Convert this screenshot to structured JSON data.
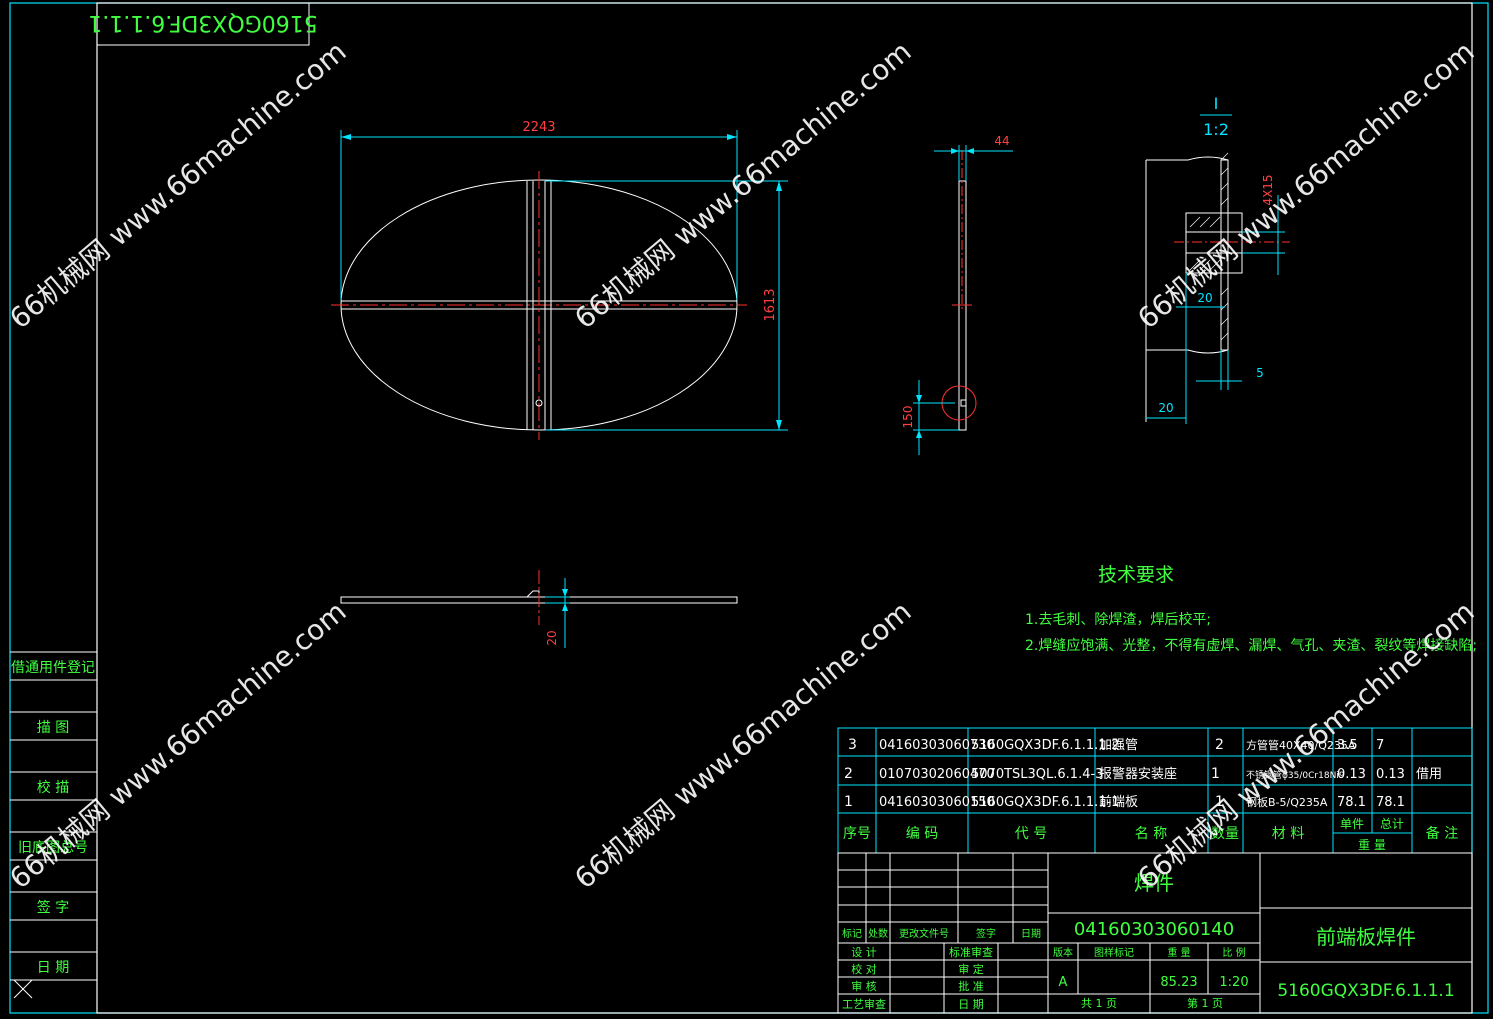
{
  "title_block_code_rotated": "5160GQX3DF.6.1.1.1",
  "dimensions": {
    "front_width": "2243",
    "front_height": "1613",
    "side_thickness": "44",
    "side_bottom": "150",
    "bottom_view_height": "20",
    "detail_a": "4X15",
    "detail_b": "20",
    "detail_c": "5",
    "detail_d": "20"
  },
  "detail_label": {
    "name": "I",
    "scale": "1:2"
  },
  "tech_requirements": {
    "title": "技术要求",
    "items": [
      "1.去毛刺、除焊渣，焊后校平;",
      "2.焊缝应饱满、光整，不得有虚焊、漏焊、气孔、夹渣、裂纹等焊接缺陷;"
    ]
  },
  "left_strip": [
    "借通用件登记",
    "描 图",
    "校 描",
    "旧底图总号",
    "签 字",
    "日 期"
  ],
  "bom": {
    "rows": [
      {
        "no": "3",
        "code": "04160303060730",
        "drawing": "5160GQX3DF.6.1.1.1-2",
        "name": "加强管",
        "qty": "2",
        "material": "方管管40X40/Q235A",
        "unit": "3.5",
        "total": "7",
        "note": ""
      },
      {
        "no": "2",
        "code": "01070302060470",
        "drawing": "5070TSL3QL.6.1.4-3",
        "name": "报警器安装座",
        "qty": "1",
        "material": "不锈钢管φ35/0Cr18Ni9",
        "unit": "0.13",
        "total": "0.13",
        "note": "借用"
      },
      {
        "no": "1",
        "code": "04160303060150",
        "drawing": "5160GQX3DF.6.1.1.1-1",
        "name": "前端板",
        "qty": "1",
        "material": "钢板B-5/Q235A",
        "unit": "78.1",
        "total": "78.1",
        "note": ""
      }
    ],
    "headers": {
      "no": "序号",
      "code": "编 码",
      "drawing": "代 号",
      "name": "名 称",
      "qty": "数量",
      "material": "材 料",
      "unit": "单件",
      "total": "总计",
      "weight": "重 量",
      "note": "备 注"
    }
  },
  "title_block": {
    "type": "焊件",
    "code": "04160303060140",
    "part_name": "前端板焊件",
    "drawing_no": "5160GQX3DF.6.1.1.1",
    "rev_headers": [
      "标记",
      "处数",
      "更改文件号",
      "签字",
      "日期"
    ],
    "roles_left": [
      "设 计",
      "校 对",
      "审 核",
      "工艺审查"
    ],
    "roles_right": [
      "标准审查",
      "审 定",
      "批 准",
      "日 期"
    ],
    "info_headers": [
      "版本",
      "图样标记",
      "重 量",
      "比 例"
    ],
    "version": "A",
    "weight": "85.23",
    "scale": "1:20",
    "sheet_total": "共 1 页",
    "sheet_no": "第 1 页"
  },
  "watermark": "66机械网 www.66machine.com",
  "colors": {
    "frame": "#00e5ff",
    "line": "#ffffff",
    "text": "#40ff40",
    "center": "#ff3030",
    "dim": "#00e5ff"
  }
}
